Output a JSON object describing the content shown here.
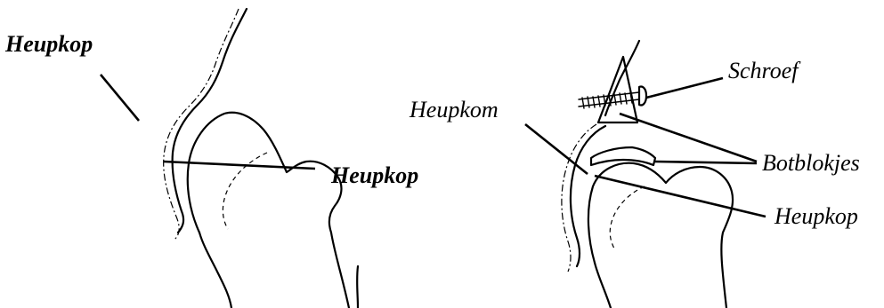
{
  "left_figure": {
    "labels": {
      "top": "Heupkop",
      "middle": "Heupkop"
    }
  },
  "right_figure": {
    "labels": {
      "screw": "Schroef",
      "socket": "Heupkom",
      "bone_blocks": "Botblokjes",
      "head": "Heupkop"
    }
  }
}
